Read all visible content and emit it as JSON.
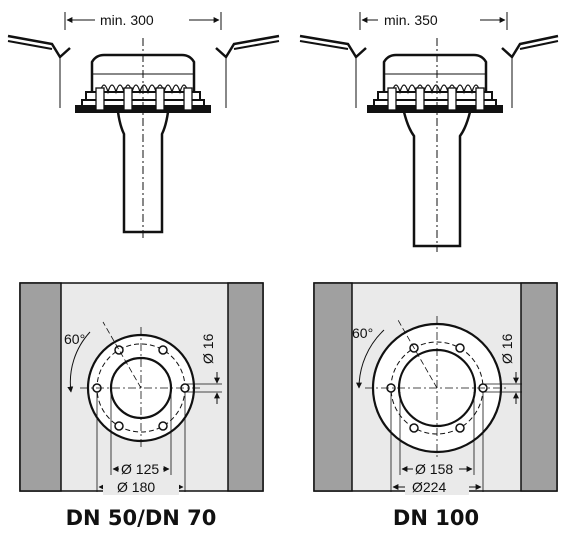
{
  "left": {
    "title": "DN 50/DN 70",
    "min_width": "min. 300",
    "angle": "60°",
    "hole_diameter": "Ø 16",
    "inner_diameter": "Ø 125",
    "outer_diameter": "Ø 180"
  },
  "right": {
    "title": "DN 100",
    "min_width": "min. 350",
    "angle": "60°",
    "hole_diameter": "Ø 16",
    "inner_diameter": "Ø 158",
    "outer_diameter": "Ø224"
  },
  "colors": {
    "line": "#111111",
    "panel": "#eaeaea",
    "wall": "#a0a0a0"
  }
}
